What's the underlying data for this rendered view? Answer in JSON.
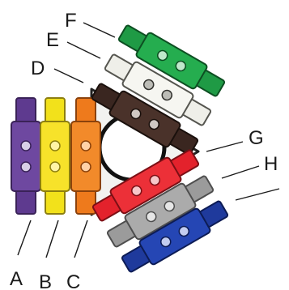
{
  "figure": {
    "parts": [
      {
        "label": "A",
        "color": "#5e3a8f"
      },
      {
        "label": "B",
        "color": "#f2e11b"
      },
      {
        "label": "C",
        "color": "#ee7a1c"
      },
      {
        "label": "D",
        "color": "#3a2620"
      },
      {
        "label": "E",
        "color": "#efefe9"
      },
      {
        "label": "F",
        "color": "#1f9a45"
      },
      {
        "label": "G",
        "color": "#e3222c"
      },
      {
        "label": "H",
        "color": "#9b9b9b"
      },
      {
        "label": "",
        "color": "#1f3a9c"
      }
    ],
    "hub_color": "#f2f2f0",
    "ring_color": "#111111"
  }
}
